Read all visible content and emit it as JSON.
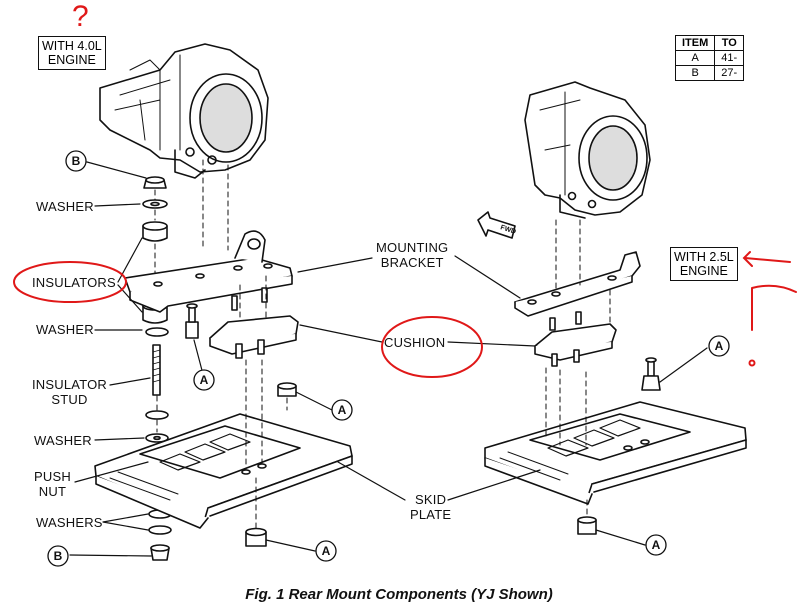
{
  "labels": {
    "with_40l_engine": [
      "WITH 4.0L",
      "ENGINE"
    ],
    "with_25l_engine": [
      "WITH 2.5L",
      "ENGINE"
    ],
    "washer_top": "WASHER",
    "insulators": "INSULATORS",
    "washer_mid": "WASHER",
    "insulator_stud": [
      "INSULATOR",
      "STUD"
    ],
    "washer_low": "WASHER",
    "push_nut": [
      "PUSH",
      "NUT"
    ],
    "washers": "WASHERS",
    "mounting_bracket": [
      "MOUNTING",
      "BRACKET"
    ],
    "cushion": "CUSHION",
    "skid_plate": [
      "SKID",
      "PLATE"
    ],
    "fwd": "FWD"
  },
  "callouts": {
    "a": "A",
    "b": "B"
  },
  "torque_table": {
    "headers": [
      "ITEM",
      "TO"
    ],
    "rows": [
      [
        "A",
        "41-"
      ],
      [
        "B",
        "27-"
      ]
    ]
  },
  "caption": "Fig. 1 Rear Mount Components (YJ Shown)",
  "annotations": {
    "question_mark": "?",
    "ink_color": "#e01818"
  }
}
